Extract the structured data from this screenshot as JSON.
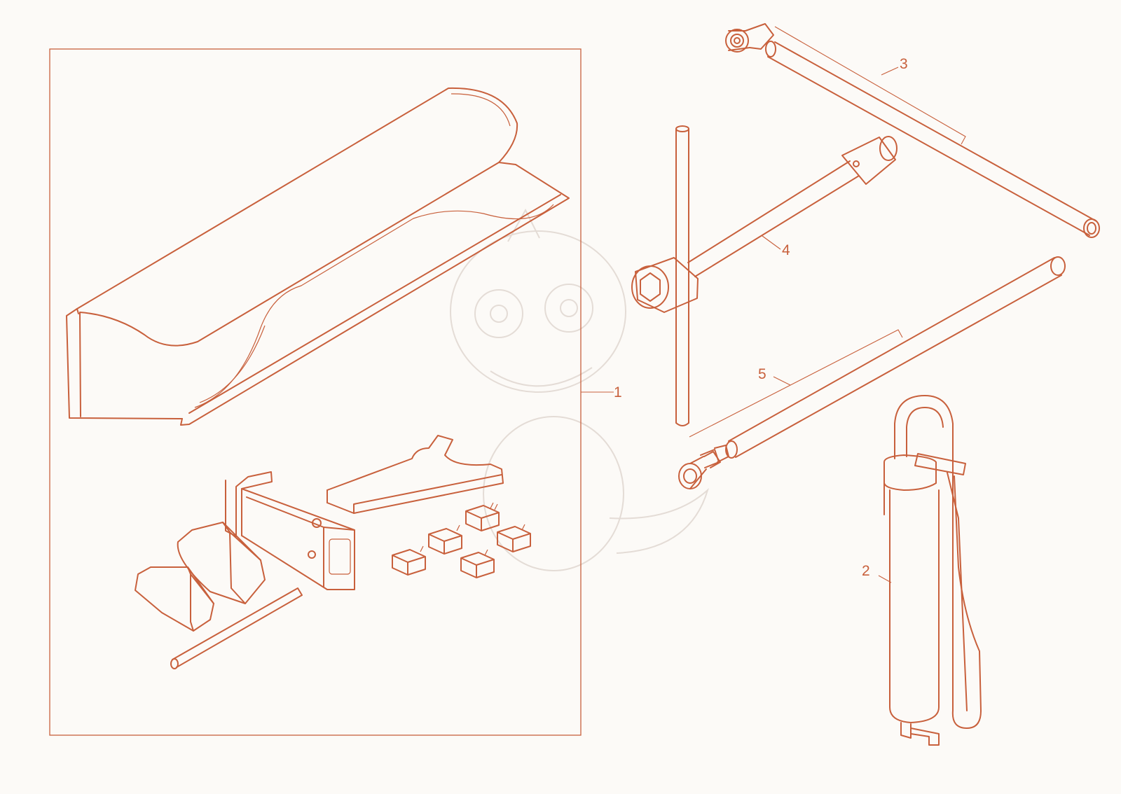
{
  "callouts": [
    {
      "id": "1",
      "label": "1"
    },
    {
      "id": "2",
      "label": "2"
    },
    {
      "id": "3",
      "label": "3"
    },
    {
      "id": "4",
      "label": "4"
    },
    {
      "id": "5",
      "label": "5"
    }
  ],
  "colors": {
    "line": "#c8603c",
    "background": "#fcfaf7",
    "watermark": "#e4dcd6"
  }
}
